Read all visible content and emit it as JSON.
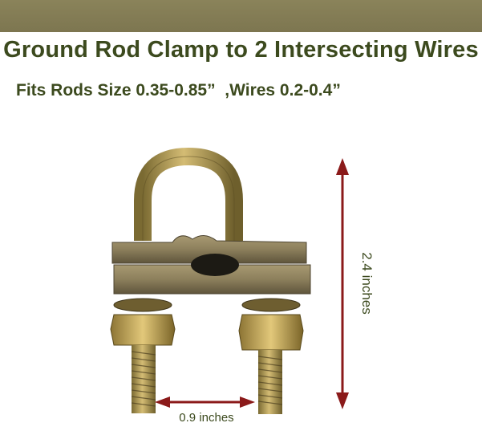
{
  "header": {
    "title": "Ground Rod Clamp to 2 Intersecting Wires",
    "subtitle": "Fits Rods Size 0.35-0.85”  ,Wires 0.2-0.4”"
  },
  "dimensions": {
    "height_label": "2.4 inches",
    "width_label": "0.9 inches"
  },
  "colors": {
    "band": "#7d7650",
    "text": "#3c4a1e",
    "arrow": "#8b1a1a",
    "brass": "#b89a4a",
    "bronze": "#8a7d5c"
  }
}
